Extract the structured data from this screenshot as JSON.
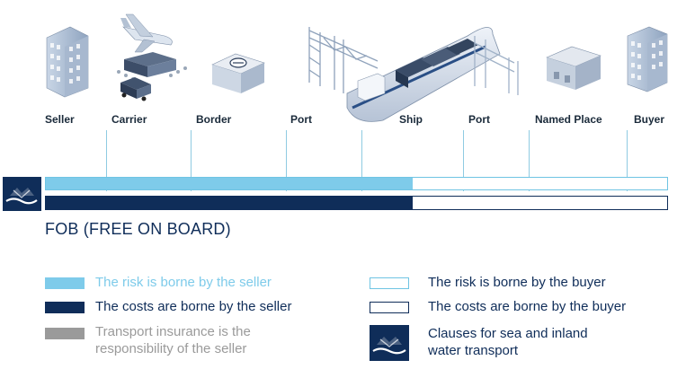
{
  "stages": [
    {
      "id": "seller",
      "label": "Seller"
    },
    {
      "id": "carrier",
      "label": "Carrier"
    },
    {
      "id": "border",
      "label": "Border"
    },
    {
      "id": "port1",
      "label": "Port"
    },
    {
      "id": "ship",
      "label": "Ship"
    },
    {
      "id": "port2",
      "label": "Port"
    },
    {
      "id": "named-place",
      "label": "Named Place"
    },
    {
      "id": "buyer",
      "label": "Buyer"
    }
  ],
  "title": "FOB (FREE ON BOARD)",
  "seller_share": 0.59,
  "legend": {
    "risk_seller": "The risk is borne by the seller",
    "costs_seller": "The costs are borne by the seller",
    "insurance_line1": "Transport insurance is the",
    "insurance_line2": "responsibility of the seller",
    "risk_buyer": "The risk is borne by the buyer",
    "costs_buyer": "The costs are borne by the buyer",
    "clauses_line1": "Clauses for sea and inland",
    "clauses_line2": "water transport"
  },
  "colors": {
    "risk_seller": "#7ecbea",
    "costs_seller": "#0f2d59",
    "insurance": "#9a9a9a",
    "risk_buyer_border": "#6fc4e3",
    "costs_buyer_border": "#0f2d59",
    "clauses_badge": "#0f2d59"
  },
  "icons": [
    "seller-building-icon",
    "airplane-icon",
    "container-truck-icon",
    "border-office-icon",
    "port-crane-icon",
    "container-ship-icon",
    "warehouse-icon",
    "buyer-building-icon",
    "sea-wave-icon"
  ]
}
